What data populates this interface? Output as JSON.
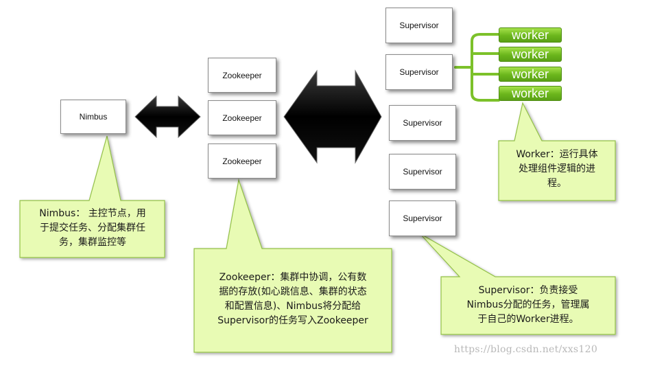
{
  "nodes": {
    "nimbus": "Nimbus",
    "zookeepers": [
      "Zookeeper",
      "Zookeeper",
      "Zookeeper"
    ],
    "supervisors": [
      "Supervisor",
      "Supervisor",
      "Supervisor",
      "Supervisor",
      "Supervisor"
    ],
    "workers": [
      "worker",
      "worker",
      "worker",
      "worker"
    ]
  },
  "callouts": {
    "nimbus": [
      "Nimbus： 主控节点，用",
      "于提交任务、分配集群任",
      "务，集群监控等"
    ],
    "zookeeper": [
      "Zookeeper：集群中协调，公有数",
      "据的存放(如心跳信息、集群的状态",
      "和配置信息)、Nimbus将分配给",
      "Supervisor的任务写入Zookeeper"
    ],
    "supervisor": [
      "Supervisor：负责接受",
      "Nimbus分配的任务，管理属",
      "于自己的Worker进程。"
    ],
    "worker": [
      "Worker：运行具体",
      "处理组件逻辑的进",
      "程。"
    ]
  },
  "colors": {
    "callout_fill": "#e8fbb4",
    "callout_stroke": "#92c046",
    "worker_fill": "#7cc12a",
    "arrow": "#000000"
  },
  "watermark": "https://blog.csdn.net/xxs120"
}
